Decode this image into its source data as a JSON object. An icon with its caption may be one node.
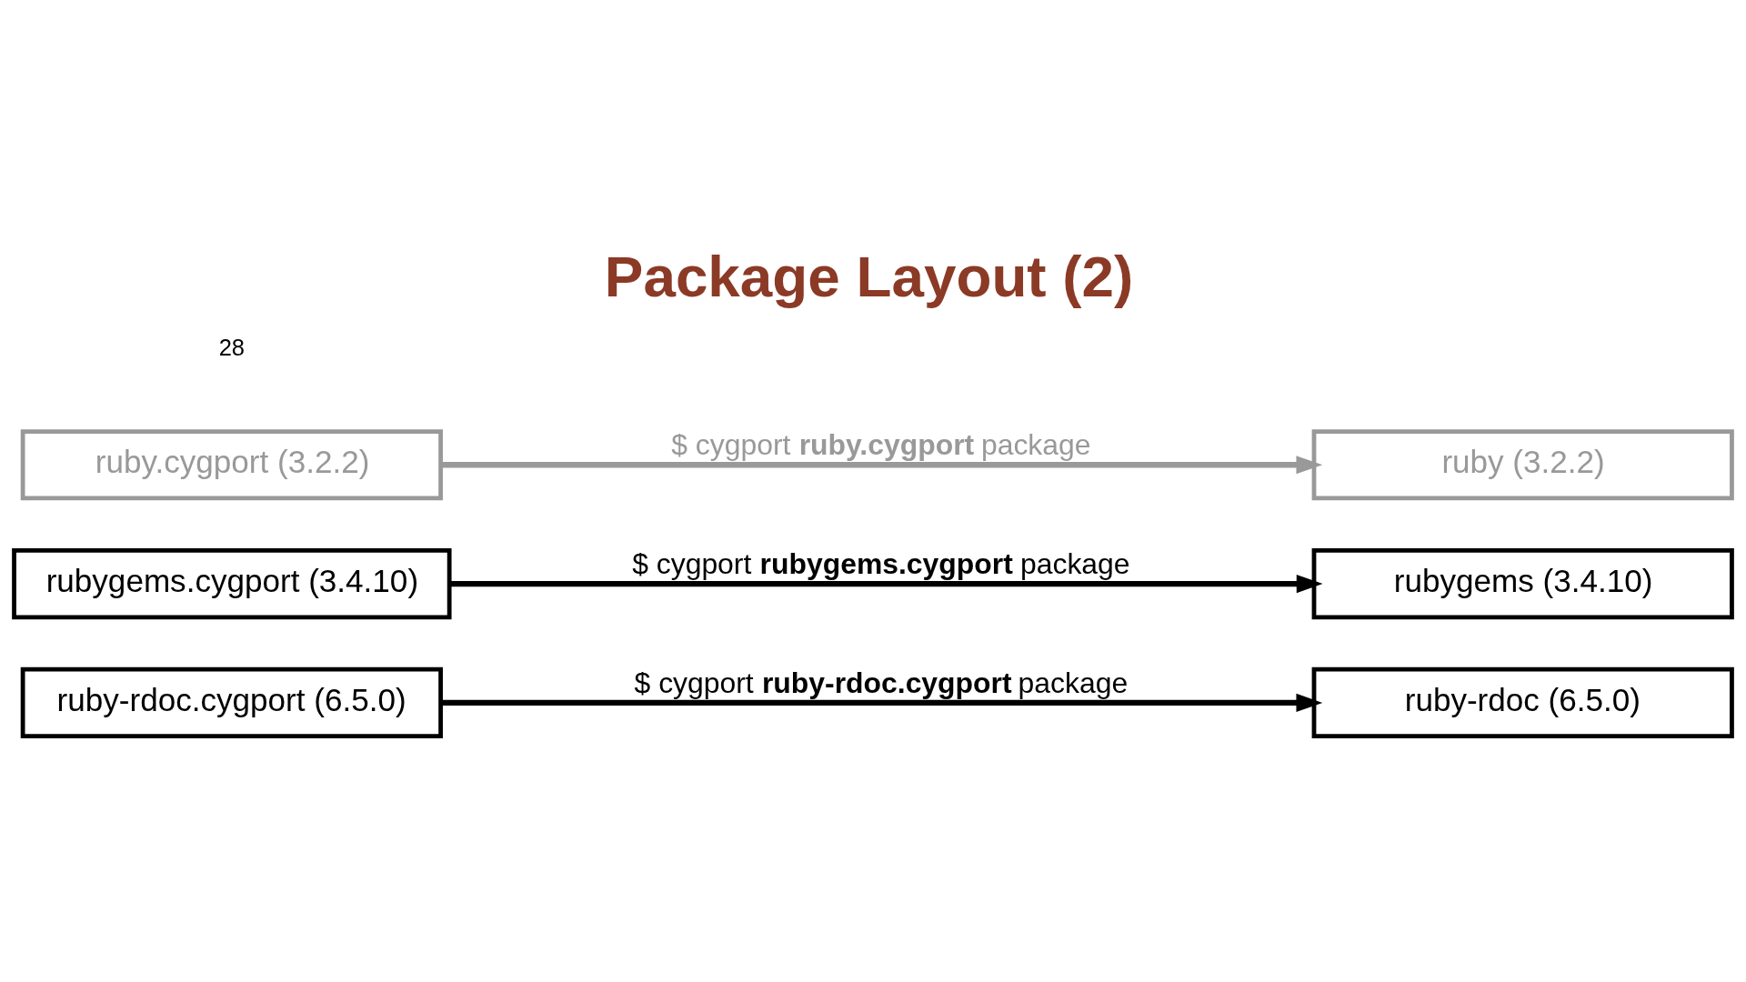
{
  "diagram": {
    "title": "Package Layout (2)",
    "nodes": [
      {
        "text": [
          "ruby.cygport (3.2.2)"
        ]
      },
      {
        "text": [
          "ruby (3.2.2)"
        ]
      },
      {
        "text": [
          "rubygems.cygport (3.4.10)"
        ]
      },
      {
        "text": [
          "rubygems (3.4.10)"
        ]
      },
      {
        "text": [
          "ruby-rdoc.cygport (6.5.0)"
        ]
      },
      {
        "text": [
          "ruby-rdoc (6.5.0)"
        ]
      }
    ],
    "edges": [
      {
        "from": 0,
        "to": 1,
        "arrow": "to",
        "label": "$ cygport **ruby.cygport** package",
        "color": "#999999"
      },
      {
        "from": 2,
        "to": 3,
        "arrow": "to",
        "label": "$ cygport **rubygems.cygport** package"
      },
      {
        "from": 4,
        "to": 5,
        "arrow": "to",
        "label": "$ cygport **ruby-rdoc.cygport** package"
      }
    ],
    "labels": [
      "28"
    ]
  }
}
